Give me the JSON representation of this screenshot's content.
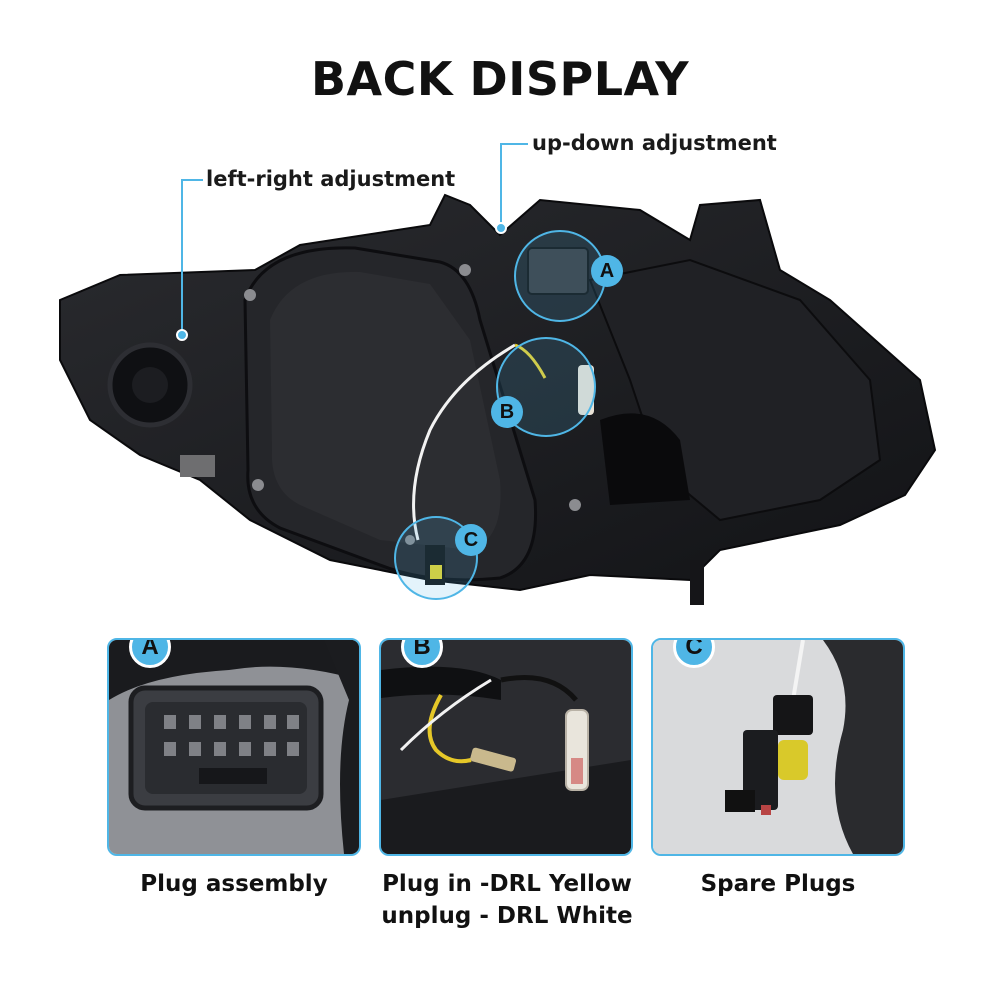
{
  "title": "BACK DISPLAY",
  "callouts": {
    "left_right": "left-right adjustment",
    "up_down": "up-down adjustment"
  },
  "markers": {
    "a": "A",
    "b": "B",
    "c": "C"
  },
  "panels": [
    {
      "marker": "A",
      "caption": "Plug assembly"
    },
    {
      "marker": "B",
      "caption_line1": "Plug in -DRL Yellow",
      "caption_line2": "unplug - DRL White"
    },
    {
      "marker": "C",
      "caption": "Spare Plugs"
    }
  ],
  "colors": {
    "accent": "#4fb6e6",
    "housing": "#1c1d20"
  }
}
